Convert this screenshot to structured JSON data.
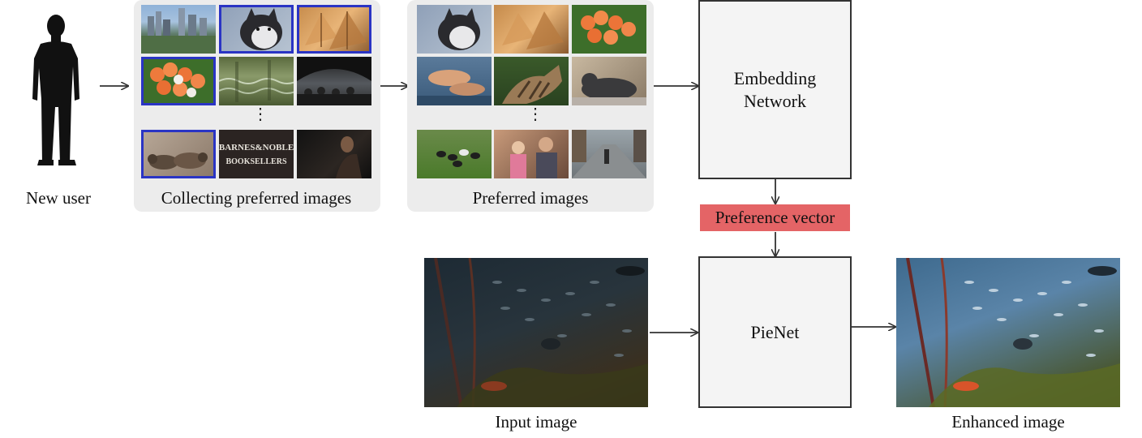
{
  "user": {
    "label": "New user"
  },
  "collecting": {
    "label": "Collecting preferred images",
    "ellipsis": "⋮"
  },
  "preferred": {
    "label": "Preferred images",
    "ellipsis": "⋮"
  },
  "embedding": {
    "line1": "Embedding",
    "line2": "Network"
  },
  "preference_vector": {
    "label": "Preference vector",
    "color": "#e46466"
  },
  "pienet": {
    "label": "PieNet"
  },
  "input": {
    "label": "Input image"
  },
  "enhanced": {
    "label": "Enhanced image"
  },
  "selection_color": "#2a34c4",
  "collect_thumbs": [
    {
      "subject": "city-skyline",
      "selected": false,
      "text": ""
    },
    {
      "subject": "husky-dog",
      "selected": true,
      "text": ""
    },
    {
      "subject": "autumn-leaves",
      "selected": true,
      "text": ""
    },
    {
      "subject": "orange-roses",
      "selected": true,
      "text": ""
    },
    {
      "subject": "water-reflection",
      "selected": false,
      "text": ""
    },
    {
      "subject": "crowd-tunnel",
      "selected": false,
      "text": ""
    },
    {
      "subject": "otters",
      "selected": true,
      "text": ""
    },
    {
      "subject": "bookstore-sign",
      "selected": false,
      "text_line1": "BARNES&NOBLE",
      "text_line2": "BOOKSELLERS"
    },
    {
      "subject": "dark-portrait",
      "selected": false,
      "text": ""
    }
  ],
  "preferred_thumbs": [
    {
      "subject": "husky-dog"
    },
    {
      "subject": "autumn-leaves"
    },
    {
      "subject": "orange-roses"
    },
    {
      "subject": "sunset-water"
    },
    {
      "subject": "tabby-cat"
    },
    {
      "subject": "sleeping-cat"
    },
    {
      "subject": "birds-on-grass"
    },
    {
      "subject": "family-portrait"
    },
    {
      "subject": "street-scene"
    }
  ]
}
